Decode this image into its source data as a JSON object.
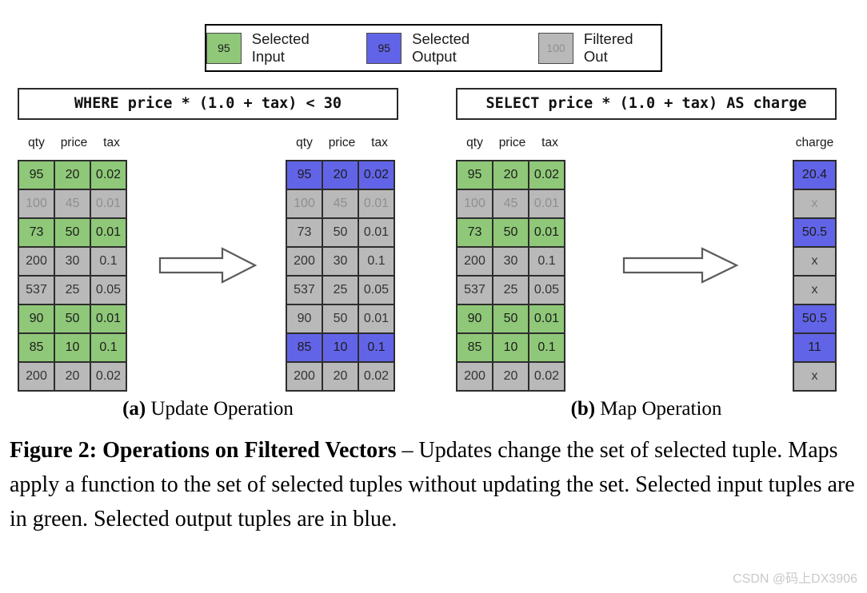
{
  "colors": {
    "selected_input": "#8fc878",
    "selected_output": "#6264e8",
    "filtered_out": "#b9b9b9",
    "cell_border": "#2d2d2d",
    "dim_text": "#8f8f8f",
    "dark_text": "#1c1c1c"
  },
  "legend": {
    "items": [
      {
        "swatch_value": "95",
        "label": "Selected Input",
        "state": "input"
      },
      {
        "swatch_value": "95",
        "label": "Selected Output",
        "state": "output"
      },
      {
        "swatch_value": "100",
        "label": "Filtered Out",
        "state": "filtered_dim"
      }
    ]
  },
  "panel_a": {
    "query": "WHERE price * (1.0 + tax) < 30",
    "caption_label": "(a)",
    "caption_text": "Update Operation",
    "input_table": {
      "headers": [
        "qty",
        "price",
        "tax"
      ],
      "rows": [
        {
          "cells": [
            "95",
            "20",
            "0.02"
          ],
          "state": "input"
        },
        {
          "cells": [
            "100",
            "45",
            "0.01"
          ],
          "state": "filtered_dim"
        },
        {
          "cells": [
            "73",
            "50",
            "0.01"
          ],
          "state": "input"
        },
        {
          "cells": [
            "200",
            "30",
            "0.1"
          ],
          "state": "filtered"
        },
        {
          "cells": [
            "537",
            "25",
            "0.05"
          ],
          "state": "filtered"
        },
        {
          "cells": [
            "90",
            "50",
            "0.01"
          ],
          "state": "input"
        },
        {
          "cells": [
            "85",
            "10",
            "0.1"
          ],
          "state": "input"
        },
        {
          "cells": [
            "200",
            "20",
            "0.02"
          ],
          "state": "filtered"
        }
      ]
    },
    "output_table": {
      "headers": [
        "qty",
        "price",
        "tax"
      ],
      "rows": [
        {
          "cells": [
            "95",
            "20",
            "0.02"
          ],
          "state": "output"
        },
        {
          "cells": [
            "100",
            "45",
            "0.01"
          ],
          "state": "filtered_dim"
        },
        {
          "cells": [
            "73",
            "50",
            "0.01"
          ],
          "state": "filtered"
        },
        {
          "cells": [
            "200",
            "30",
            "0.1"
          ],
          "state": "filtered"
        },
        {
          "cells": [
            "537",
            "25",
            "0.05"
          ],
          "state": "filtered"
        },
        {
          "cells": [
            "90",
            "50",
            "0.01"
          ],
          "state": "filtered"
        },
        {
          "cells": [
            "85",
            "10",
            "0.1"
          ],
          "state": "output"
        },
        {
          "cells": [
            "200",
            "20",
            "0.02"
          ],
          "state": "filtered"
        }
      ]
    }
  },
  "panel_b": {
    "query": "SELECT price * (1.0 + tax) AS charge",
    "caption_label": "(b)",
    "caption_text": "Map Operation",
    "input_table": {
      "headers": [
        "qty",
        "price",
        "tax"
      ],
      "rows": [
        {
          "cells": [
            "95",
            "20",
            "0.02"
          ],
          "state": "input"
        },
        {
          "cells": [
            "100",
            "45",
            "0.01"
          ],
          "state": "filtered_dim"
        },
        {
          "cells": [
            "73",
            "50",
            "0.01"
          ],
          "state": "input"
        },
        {
          "cells": [
            "200",
            "30",
            "0.1"
          ],
          "state": "filtered"
        },
        {
          "cells": [
            "537",
            "25",
            "0.05"
          ],
          "state": "filtered"
        },
        {
          "cells": [
            "90",
            "50",
            "0.01"
          ],
          "state": "input"
        },
        {
          "cells": [
            "85",
            "10",
            "0.1"
          ],
          "state": "input"
        },
        {
          "cells": [
            "200",
            "20",
            "0.02"
          ],
          "state": "filtered"
        }
      ]
    },
    "output_table": {
      "headers": [
        "charge"
      ],
      "rows": [
        {
          "cells": [
            "20.4"
          ],
          "state": "output"
        },
        {
          "cells": [
            "x"
          ],
          "state": "filtered_dim"
        },
        {
          "cells": [
            "50.5"
          ],
          "state": "output"
        },
        {
          "cells": [
            "x"
          ],
          "state": "filtered"
        },
        {
          "cells": [
            "x"
          ],
          "state": "filtered"
        },
        {
          "cells": [
            "50.5"
          ],
          "state": "output"
        },
        {
          "cells": [
            "11"
          ],
          "state": "output"
        },
        {
          "cells": [
            "x"
          ],
          "state": "filtered"
        }
      ]
    }
  },
  "figure_caption": {
    "bold": "Figure 2: Operations on Filtered Vectors",
    "rest": " – Updates change the set of selected tuple. Maps apply a function to the set of selected tuples without updating the set. Selected input tuples are in green. Selected output tuples are in blue."
  },
  "watermark": "CSDN @码上DX3906"
}
